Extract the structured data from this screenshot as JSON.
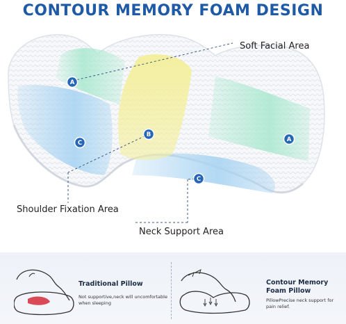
{
  "title": "CONTOUR MEMORY FOAM DESIGN",
  "labels": {
    "soft": "Soft Facial Area",
    "shoulder": "Shoulder Fixation Area",
    "neck": "Neck Support Area"
  },
  "zones": {
    "a": "A",
    "b": "B",
    "c": "C"
  },
  "traditional": {
    "title": "Traditional Pillow",
    "desc": "Not supportive,neck will uncomfortable when sleeping"
  },
  "contour": {
    "title": "Contour Memory Foam Pillow",
    "desc": "PillowPrecise neck support for pain relief."
  },
  "colors": {
    "title": "#1f5aa6",
    "zone_a": "#a8e8cf",
    "zone_b": "#f4ef9a",
    "zone_c": "#a9d4f2",
    "badge": "#2566b8"
  }
}
